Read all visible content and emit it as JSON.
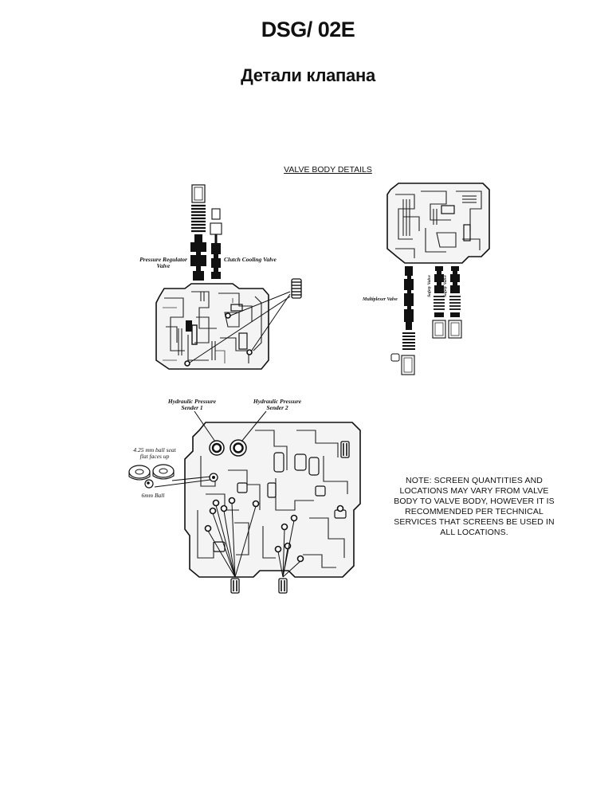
{
  "title": "DSG/ 02E",
  "subtitle": "Детали клапана",
  "section_title": "VALVE BODY DETAILS",
  "labels": {
    "pressure_regulator_valve": "Pressure Regulator Valve",
    "clutch_cooling_valve": "Clutch Cooling Valve",
    "multiplexer_valve": "Multiplexer Valve",
    "safety_valve_1": "Safety Valve",
    "safety_valve_2": "Safety Valve",
    "hydraulic_pressure_sender_1": "Hydraulic Pressure Sender 1",
    "hydraulic_pressure_sender_2": "Hydraulic Pressure Sender 2",
    "ball_seat_note": "4.25 mm ball seat flat faces up",
    "ball_6mm": "6mm Ball"
  },
  "note": "NOTE: SCREEN QUANTITIES AND LOCATIONS MAY VARY FROM VALVE BODY TO VALVE BODY, HOWEVER IT IS RECOMMENDED PER TECHNICAL SERVICES THAT SCREENS BE USED IN ALL LOCATIONS."
}
